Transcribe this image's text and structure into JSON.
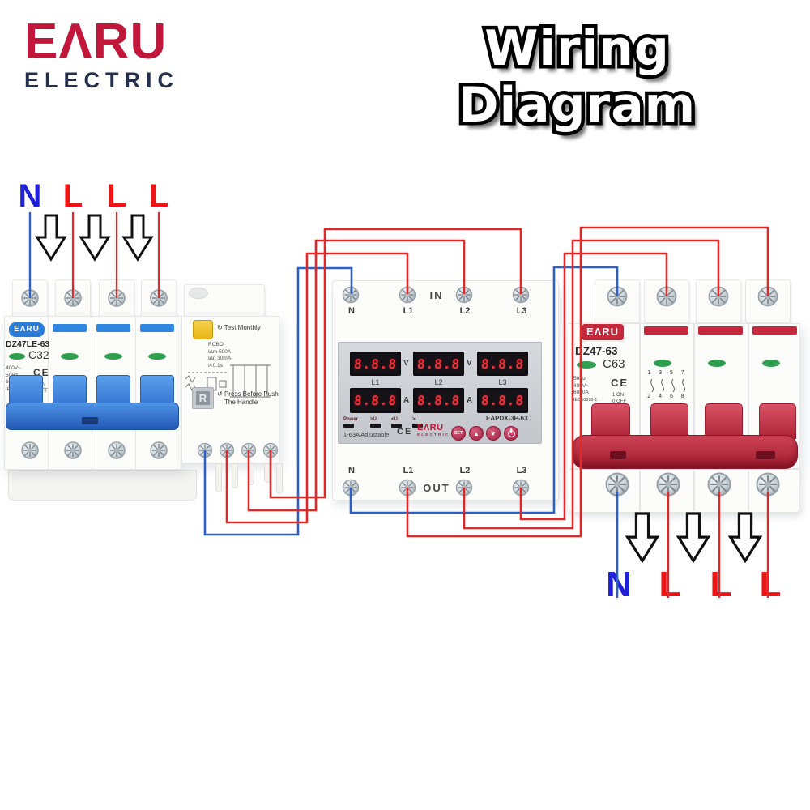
{
  "header": {
    "brand": "EΛRU",
    "brand_sub": "ELECTRIC",
    "title": "Wiring Diagram"
  },
  "top_input": {
    "labels": [
      "N",
      "L",
      "L",
      "L"
    ]
  },
  "bottom_output": {
    "labels": [
      "N",
      "L",
      "L",
      "L"
    ]
  },
  "left_breaker": {
    "brand": "EΛRU",
    "model": "DZ47LE-63",
    "rating": "C32",
    "specs": [
      "400V~",
      "50Hz",
      "6000A",
      "IEC60898-1"
    ],
    "ce_mark": "CE",
    "on_label": "1 ON",
    "off_label": "0 OFF",
    "rcbo": {
      "test_icon": "↻",
      "test_label": "Test Monthly",
      "spec_lines": [
        "RCBO",
        "I∆m 500A",
        "I∆n 30mA",
        "t<0.1s"
      ],
      "reset_label": "R",
      "press_icon": "↺",
      "press_line1": "Press Before Push",
      "press_line2": "The Handle"
    }
  },
  "protector": {
    "in_label": "IN",
    "out_label": "OUT",
    "in_terminals": [
      "N",
      "L1",
      "L2",
      "L3"
    ],
    "out_terminals": [
      "N",
      "L1",
      "L2",
      "L3"
    ],
    "display": {
      "columns": [
        {
          "label": "L1",
          "volt": "8.8.8",
          "volt_unit": "V",
          "amp": "8.8.8",
          "amp_unit": "A"
        },
        {
          "label": "L2",
          "volt": "8.8.8",
          "volt_unit": "V",
          "amp": "8.8.8",
          "amp_unit": "A"
        },
        {
          "label": "L3",
          "volt": "8.8.8",
          "volt_unit": "",
          "amp": "8.8.8",
          "amp_unit": ""
        }
      ]
    },
    "indicators": [
      "Power",
      ">U",
      "<U",
      ">I"
    ],
    "adjust_label": "1-63A Adjustable",
    "ce_mark": "CE",
    "brand": "EΛRU",
    "brand_sub": "ELECTRIC",
    "model": "EAPDX-3P-63",
    "buttons": {
      "set": "SET",
      "up": "▲",
      "down": "▼"
    }
  },
  "right_breaker": {
    "brand": "EΛRU",
    "model": "DZ47-63",
    "rating": "C63",
    "specs": [
      "50Hz",
      "400V~",
      "6000A",
      "IEC60898-1"
    ],
    "ce_mark": "CE",
    "on_label": "1 ON",
    "off_label": "0 OFF",
    "pole_numbers_top": "1 3 5 7",
    "pole_numbers_bottom": "2 4 6 8"
  }
}
